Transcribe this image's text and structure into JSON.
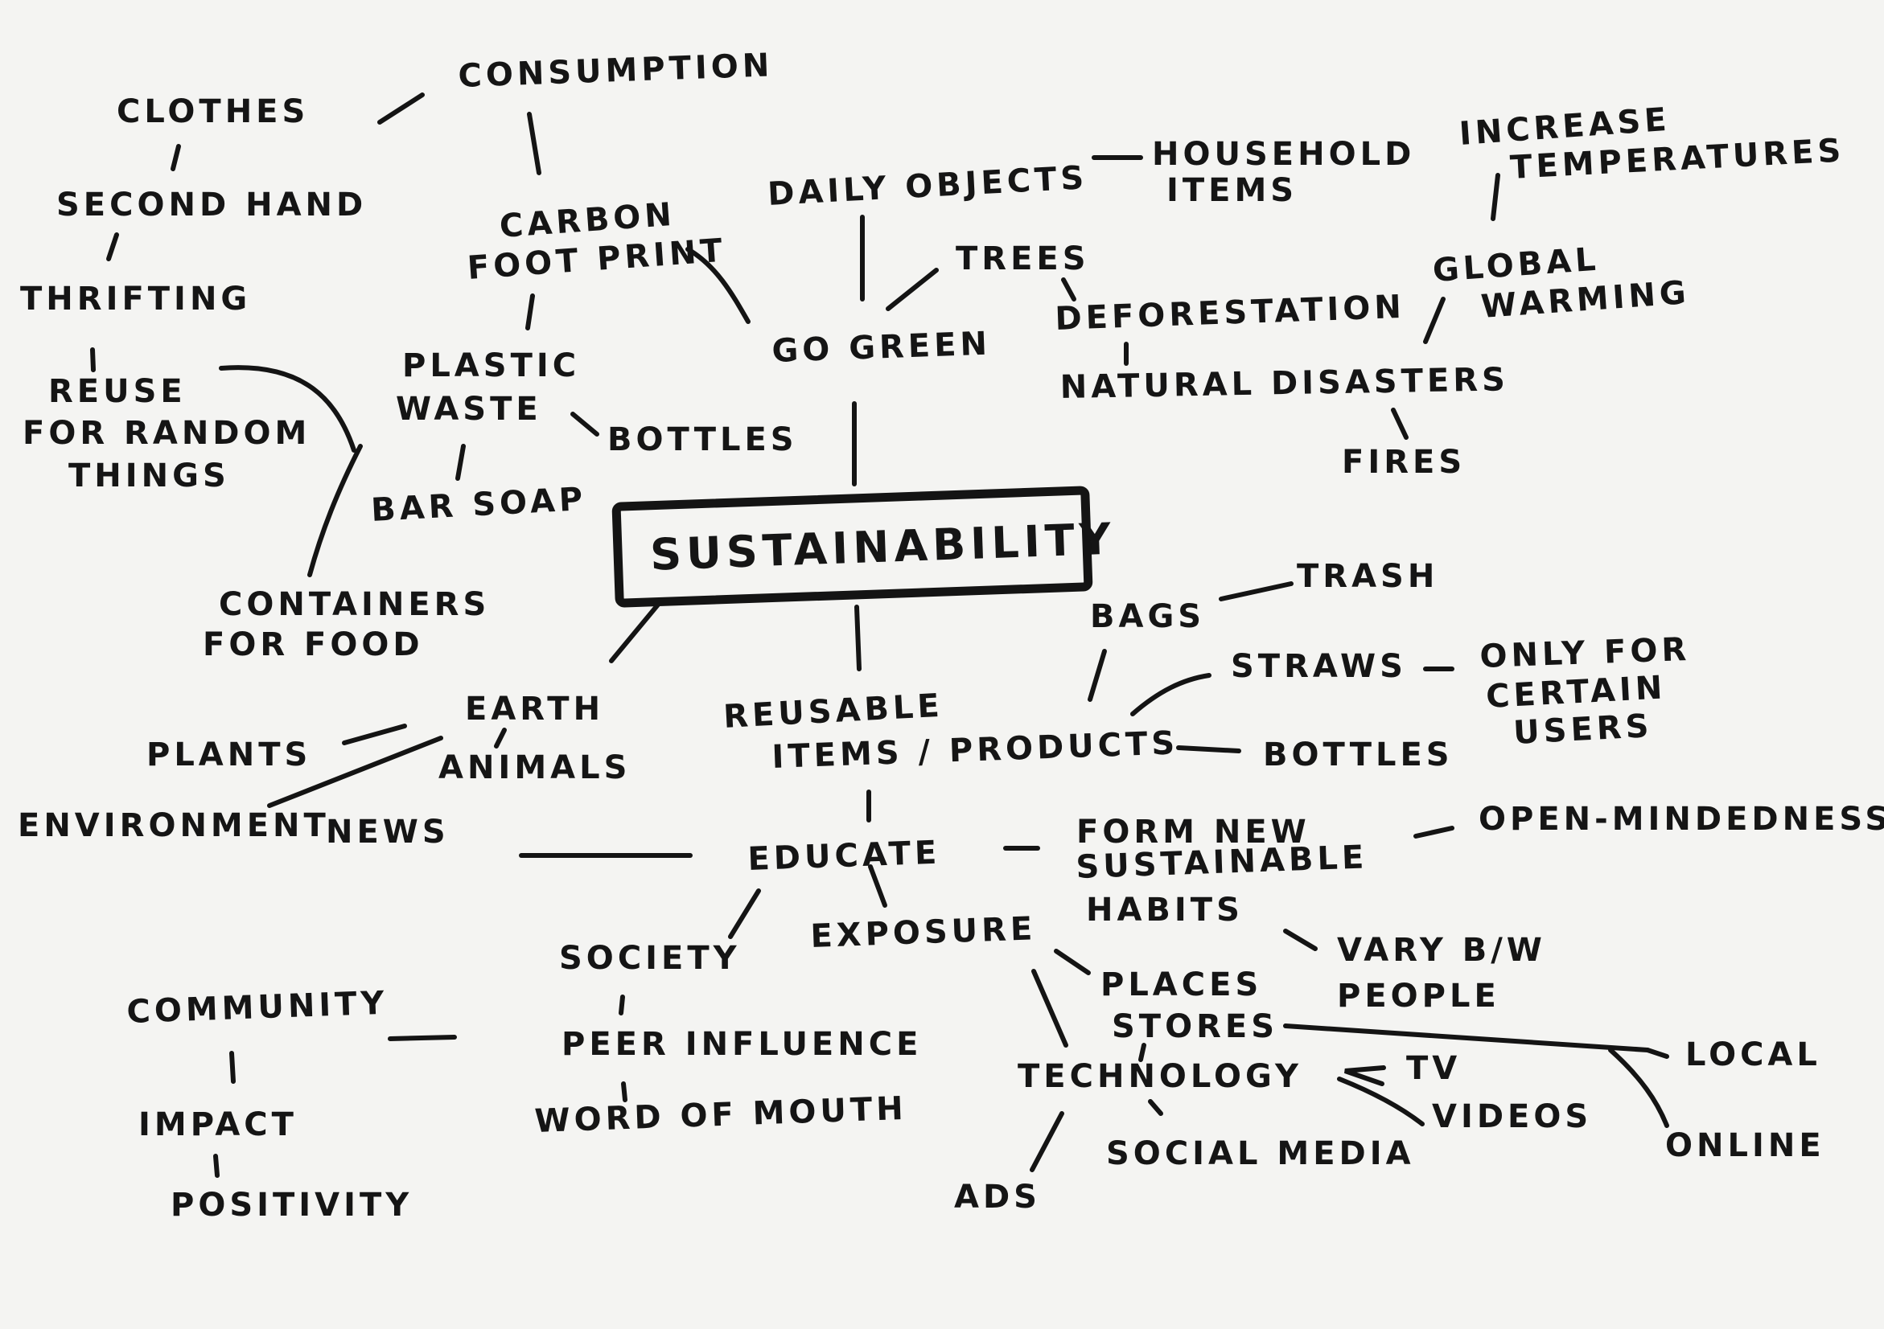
{
  "center": "SUSTAINABILITY",
  "nodes": {
    "clothes": "CLOTHES",
    "consumption": "CONSUMPTION",
    "second_hand": "SECOND HAND",
    "thrifting": "THRIFTING",
    "reuse_1": "REUSE",
    "reuse_2": "FOR RANDOM",
    "reuse_3": "THINGS",
    "carbon_1": "CARBON",
    "carbon_2": "FOOT PRINT",
    "plastic_1": "PLASTIC",
    "plastic_2": "WASTE",
    "bottles_top": "BOTTLES",
    "bar_soap": "BAR SOAP",
    "containers_1": "CONTAINERS",
    "containers_2": "FOR FOOD",
    "daily_objects": "DAILY OBJECTS",
    "household_1": "HOUSEHOLD",
    "household_2": "ITEMS",
    "trees": "TREES",
    "go_green": "GO GREEN",
    "deforestation": "DEFORESTATION",
    "natural_disasters": "NATURAL DISASTERS",
    "fires": "FIRES",
    "increase_1": "INCREASE",
    "increase_2": "TEMPERATURES",
    "global_1": "GLOBAL",
    "global_2": "WARMING",
    "earth": "EARTH",
    "animals": "ANIMALS",
    "plants": "PLANTS",
    "environment": "ENVIRONMENT",
    "news": "NEWS",
    "reusable_1": "REUSABLE",
    "reusable_2": "ITEMS / PRODUCTS",
    "bags": "BAGS",
    "trash": "TRASH",
    "straws": "STRAWS",
    "only_1": "ONLY FOR",
    "only_2": "CERTAIN",
    "only_3": "USERS",
    "bottles_bottom": "BOTTLES",
    "educate": "EDUCATE",
    "habits_1": "FORM NEW",
    "habits_2": "SUSTAINABLE",
    "habits_3": "HABITS",
    "open_mindedness": "OPEN-MINDEDNESS",
    "vary_1": "VARY B/W",
    "vary_2": "PEOPLE",
    "exposure": "EXPOSURE",
    "society": "SOCIETY",
    "community": "COMMUNITY",
    "peer_influence": "PEER INFLUENCE",
    "word_of_mouth": "WORD OF MOUTH",
    "impact": "IMPACT",
    "positivity": "POSITIVITY",
    "places": "PLACES",
    "stores": "STORES",
    "technology": "TECHNOLOGY",
    "tv": "TV",
    "videos": "VIDEOS",
    "social_media": "SOCIAL MEDIA",
    "ads": "ADS",
    "local": "LOCAL",
    "online": "ONLINE"
  }
}
